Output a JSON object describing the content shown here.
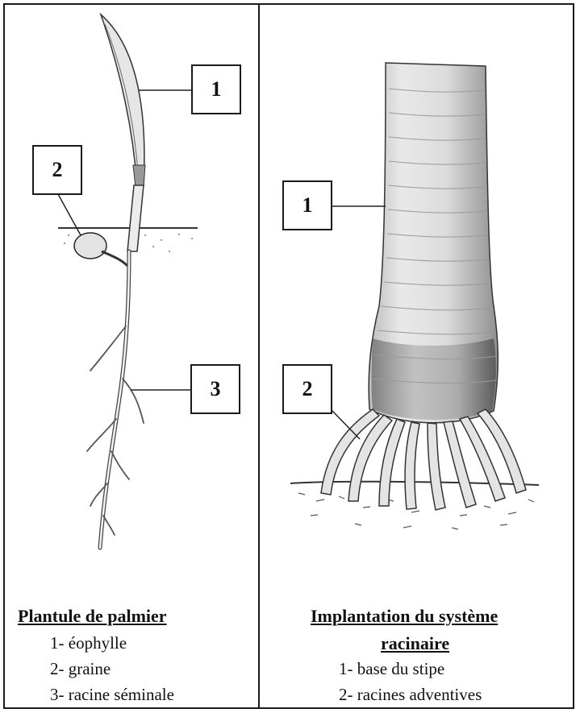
{
  "left_panel": {
    "labels": [
      "1",
      "2",
      "3"
    ],
    "title": "Plantule de palmier",
    "legend": [
      "1- éophylle",
      "2- graine",
      "3- racine séminale"
    ]
  },
  "right_panel": {
    "labels": [
      "1",
      "2"
    ],
    "title_line1": "Implantation du système",
    "title_line2": "racinaire",
    "legend": [
      "1- base du stipe",
      "2- racines adventives"
    ]
  }
}
